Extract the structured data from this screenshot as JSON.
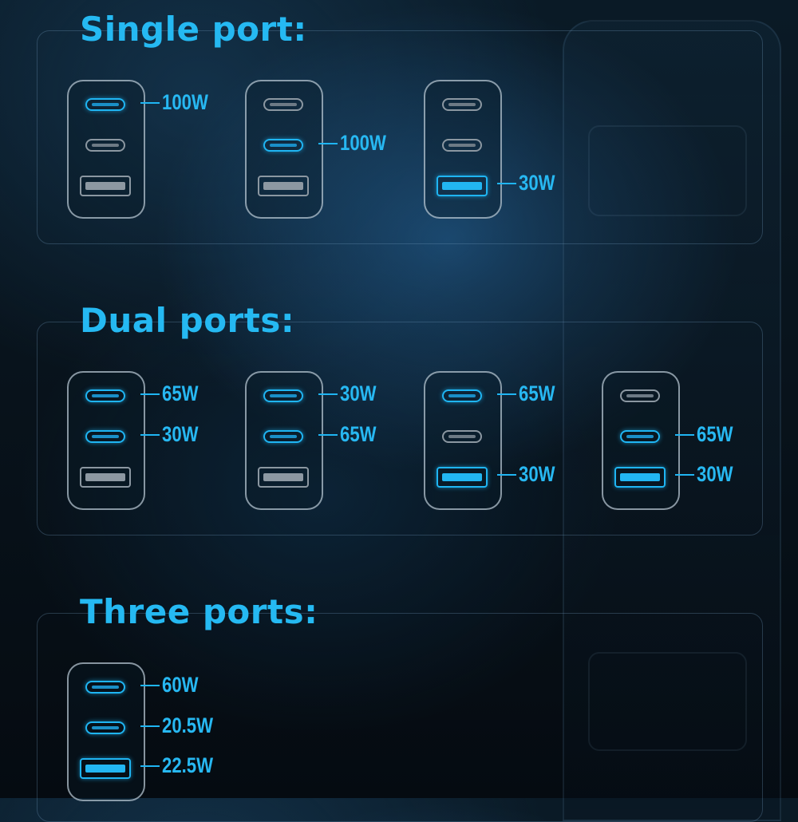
{
  "sections": [
    {
      "title": "Single port:"
    },
    {
      "title": "Dual ports:"
    },
    {
      "title": "Three ports:"
    }
  ],
  "single": [
    {
      "ports": [
        true,
        false,
        false
      ],
      "labels": [
        "100W",
        "",
        ""
      ]
    },
    {
      "ports": [
        false,
        true,
        false
      ],
      "labels": [
        "",
        "100W",
        ""
      ]
    },
    {
      "ports": [
        false,
        false,
        true
      ],
      "labels": [
        "",
        "",
        "30W"
      ]
    }
  ],
  "dual": [
    {
      "ports": [
        true,
        true,
        false
      ],
      "labels": [
        "65W",
        "30W",
        ""
      ]
    },
    {
      "ports": [
        true,
        true,
        false
      ],
      "labels": [
        "30W",
        "65W",
        ""
      ]
    },
    {
      "ports": [
        true,
        false,
        true
      ],
      "labels": [
        "65W",
        "",
        "30W"
      ]
    },
    {
      "ports": [
        false,
        true,
        true
      ],
      "labels": [
        "",
        "65W",
        "30W"
      ]
    }
  ],
  "three": [
    {
      "ports": [
        true,
        true,
        true
      ],
      "labels": [
        "60W",
        "20.5W",
        "22.5W"
      ]
    }
  ],
  "colors": {
    "accent": "#1fb5f3",
    "inactive": "#8b97a1",
    "background": "#08131c"
  },
  "icons": [
    "usb-c-port-icon",
    "usb-a-port-icon",
    "charger-icon"
  ]
}
